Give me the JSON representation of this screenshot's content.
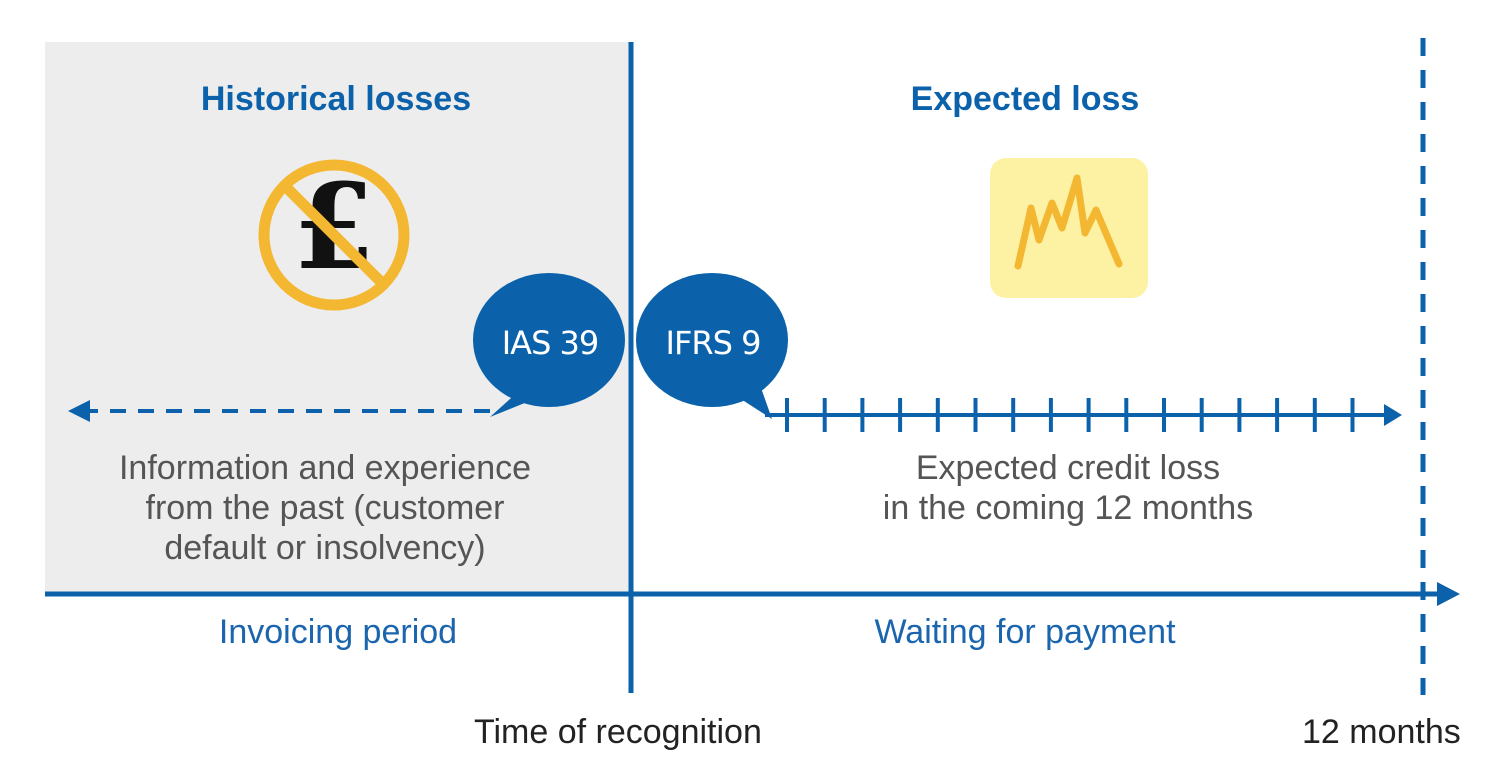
{
  "historical": {
    "title": "Historical losses",
    "description_lines": [
      "Information and experience",
      "from the past (customer",
      "default or insolvency)"
    ],
    "period_label": "Invoicing period",
    "icon": "no-pound-icon",
    "bubble_label": "IAS 39"
  },
  "expected": {
    "title": "Expected loss",
    "description_lines": [
      "Expected credit loss",
      "in the coming 12 months"
    ],
    "period_label": "Waiting for payment",
    "icon": "volatility-chart-icon",
    "bubble_label": "IFRS 9"
  },
  "timeline": {
    "recognition_label": "Time of recognition",
    "end_label": "12 months"
  },
  "colors": {
    "blue": "#0b62ab",
    "grey_panel": "#ededed",
    "icon_yellow": "#f3b731",
    "icon_bg": "#fdf1a4"
  }
}
